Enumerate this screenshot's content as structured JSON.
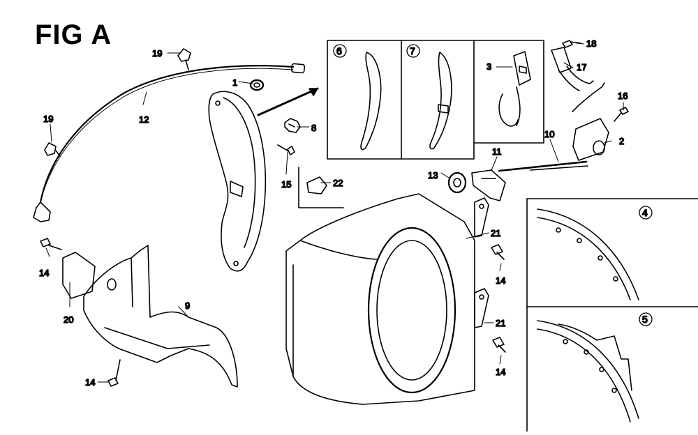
{
  "figure": {
    "title": "FIG A"
  },
  "parts": {
    "p1": "1",
    "p2": "2",
    "p3": "3",
    "p4": "4",
    "p5": "5",
    "p6": "6",
    "p7": "7",
    "p8": "8",
    "p9": "9",
    "p10": "10",
    "p11": "11",
    "p12": "12",
    "p13": "13",
    "p14a": "14",
    "p14b": "14",
    "p14c": "14",
    "p14d": "14",
    "p15": "15",
    "p16": "16",
    "p17": "17",
    "p18": "18",
    "p19a": "19",
    "p19b": "19",
    "p20": "20",
    "p21a": "21",
    "p21b": "21",
    "p22": "22"
  }
}
